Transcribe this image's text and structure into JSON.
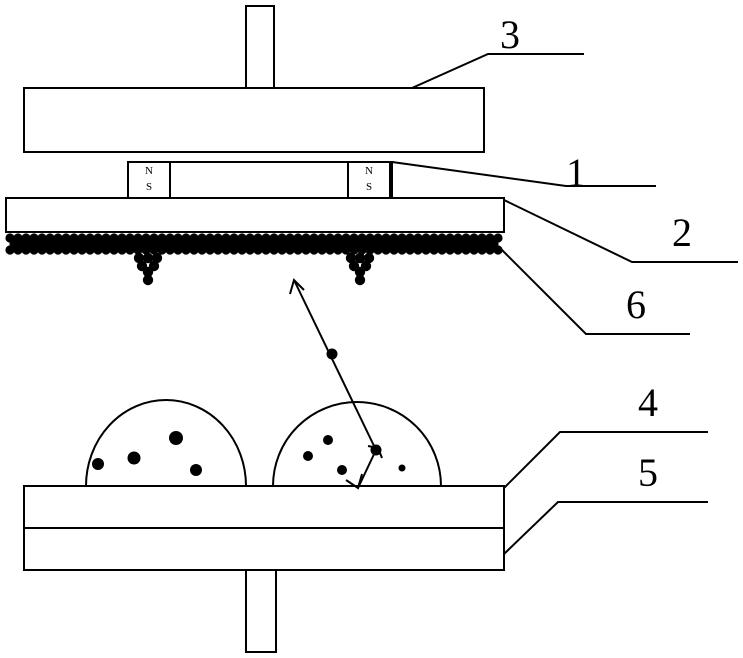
{
  "callouts": {
    "label_3": "3",
    "label_1": "1",
    "label_2": "2",
    "label_6": "6",
    "label_4": "4",
    "label_5": "5"
  },
  "magnets": [
    {
      "pole_top": "N",
      "pole_bottom": "S"
    },
    {
      "pole_top": "N",
      "pole_bottom": "S"
    }
  ]
}
